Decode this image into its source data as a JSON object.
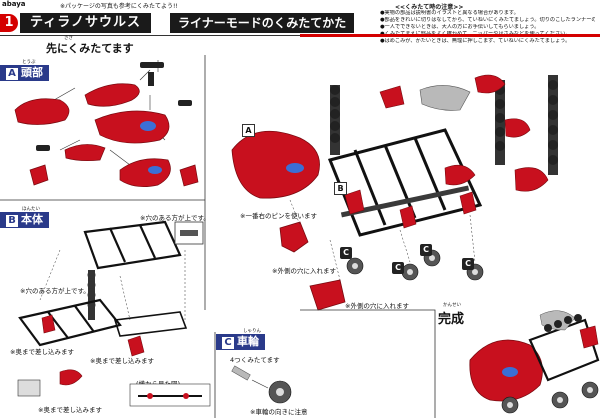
{
  "header": {
    "brand": "abaya",
    "note": "※パッケージの写真も参考にくみたてよう!!",
    "step_number": "1",
    "title": "ティラノサウルス",
    "subtitle": "ライナーモードのくみたてかた"
  },
  "caution": {
    "heading": "<<くみたて時の注意>>",
    "lines": [
      "●実物の部品は説明書のイラストと異なる場合があります。",
      "●部品をきれいに切りはなしてから、ていねいにくみたてましょう。切りのこしたランナーのクズは捨ててください。",
      "●一人でできないときは、大人の方にお手伝いしてもらいましょう。",
      "●くみたてまえに部品をよく確かめて、ニッパーやはさみなどを使ってください。",
      "●はめこみが、かたいときは、無理に押しこまず、ていねいにくみたてましょう。"
    ]
  },
  "steps": {
    "first": "先にくみたてます",
    "first_ruby": "さき"
  },
  "section_a": {
    "letter": "A",
    "name": "頭部",
    "ruby": "とうぶ"
  },
  "section_b": {
    "letter": "B",
    "name": "本体",
    "ruby": "ほんたい",
    "label_hole_top": "※穴のある方が上です。",
    "label_hole_top_b": "※穴のある方が上です。",
    "label_insert_1": "※奥まで差し込みます",
    "label_insert_2": "※奥まで差し込みます",
    "label_insert_3": "※奥まで差し込みます",
    "label_side_view": "(横から見た図)"
  },
  "section_c": {
    "letter": "C",
    "name": "車輪",
    "ruby": "しゃりん",
    "count_label": "4つくみたてます",
    "direction_label": "※車輪の向きに注意"
  },
  "main": {
    "label_pin": "※一番右のピンを使います",
    "label_outer_hole_1": "※外側の穴に入れます",
    "label_outer_hole_2": "※外側の穴に入れます",
    "box_a": "A",
    "box_b": "B",
    "c_markers": [
      "C",
      "C",
      "C",
      "C"
    ]
  },
  "complete": {
    "label": "完成",
    "ruby": "かんせい"
  },
  "colors": {
    "red_part": "#c8101e",
    "dark_red": "#7a0a10",
    "black_part": "#222222",
    "grey_part": "#b9b9b9",
    "tag_blue": "#2a3a8a",
    "step_red": "#d40000"
  }
}
